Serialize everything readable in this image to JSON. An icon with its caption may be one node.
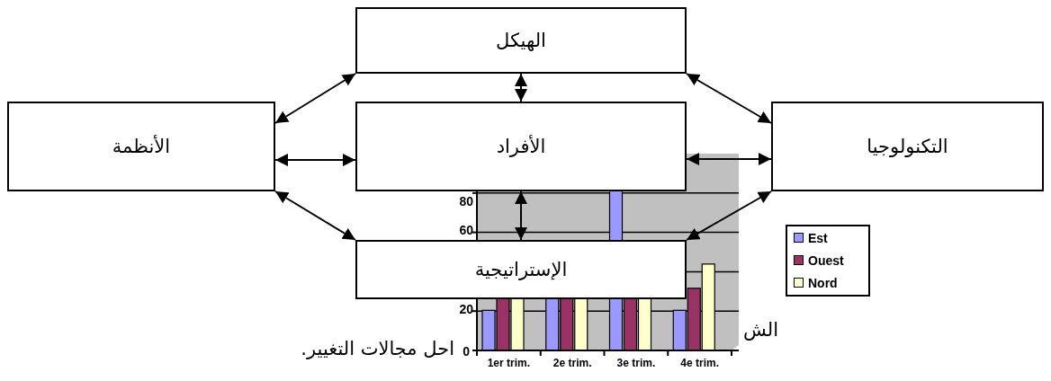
{
  "diagram": {
    "nodes": [
      {
        "text": [
          "الهيكل"
        ]
      },
      {
        "text": [
          "الأنظمة"
        ]
      },
      {
        "text": [
          "الأفراد"
        ]
      },
      {
        "text": [
          "التكنولوجيا"
        ]
      },
      {
        "text": [
          "الإستراتيجية"
        ]
      }
    ],
    "edges": [
      {
        "from": 0,
        "to": 1,
        "arrow": "both"
      },
      {
        "from": 0,
        "to": 2,
        "arrow": "both"
      },
      {
        "from": 0,
        "to": 3,
        "arrow": "both"
      },
      {
        "from": 1,
        "to": 2,
        "arrow": "both"
      },
      {
        "from": 2,
        "to": 3,
        "arrow": "both"
      },
      {
        "from": 1,
        "to": 4,
        "arrow": "both"
      },
      {
        "from": 2,
        "to": 4,
        "arrow": "both"
      },
      {
        "from": 3,
        "to": 4,
        "arrow": "both"
      }
    ],
    "labels": [
      "80",
      "60",
      "الش",
      "20",
      "احل مجالات التغيير.",
      "0",
      "1er trim.",
      "2e trim.",
      "3e trim.",
      "4e trim."
    ],
    "legend": [
      {
        "text": "Est",
        "color": "#9999ff"
      },
      {
        "text": "Ouest",
        "color": "#993366"
      },
      {
        "text": "Nord",
        "color": "#ffffcc"
      }
    ]
  }
}
